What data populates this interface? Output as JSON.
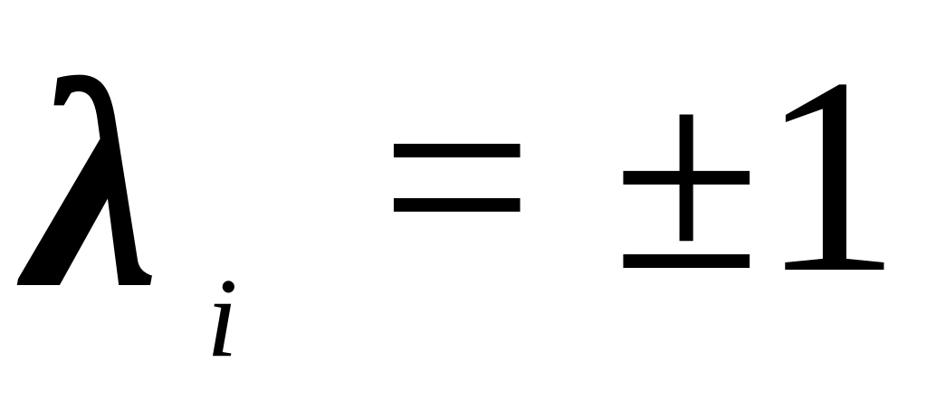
{
  "formula": {
    "symbol": "λ",
    "subscript": "i",
    "relation": "=",
    "sign": "±",
    "value": "1"
  }
}
